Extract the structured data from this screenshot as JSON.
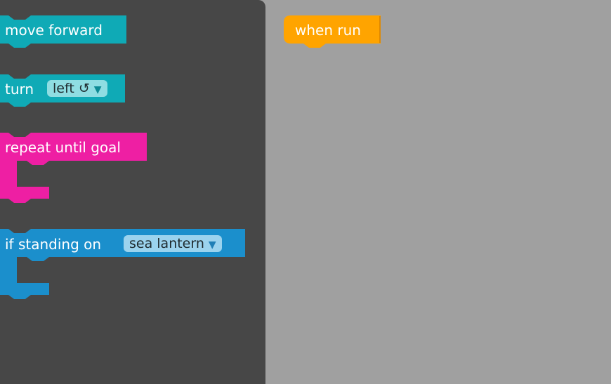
{
  "toolbox": {
    "blocks": [
      {
        "label": "move forward",
        "color": "#0faab6"
      },
      {
        "label": "turn",
        "dropdown": {
          "value": "left ↺",
          "arrow": "▼"
        },
        "color": "#0faab6",
        "dropdown_color": "#8fdde2"
      },
      {
        "label": "repeat until goal",
        "color": "#ee1fa3"
      },
      {
        "label": "if standing on",
        "dropdown": {
          "value": "sea lantern",
          "arrow": "▼"
        },
        "color": "#1b8fcc",
        "dropdown_color": "#9bd3ee"
      }
    ]
  },
  "workspace": {
    "start_block": {
      "label": "when run",
      "color": "#ffa400"
    }
  },
  "colors": {
    "toolbox_bg": "#474747",
    "workspace_bg": "#a0a0a0"
  }
}
